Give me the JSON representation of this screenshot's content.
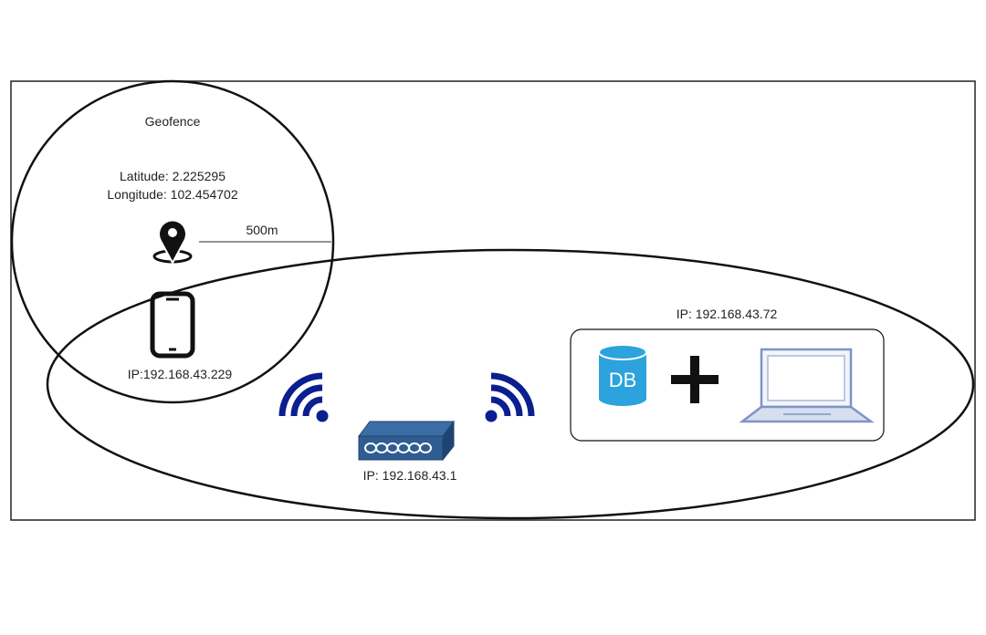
{
  "geofence": {
    "title": "Geofence",
    "latitude": "Latitude: 2.225295",
    "longitude": "Longitude: 102.454702",
    "radius": "500m"
  },
  "phone": {
    "ip": "IP:192.168.43.229",
    "icon": "smartphone-icon"
  },
  "router": {
    "ip": "IP: 192.168.43.1",
    "icon": "network-switch-icon"
  },
  "server": {
    "ip": "IP: 192.168.43.72",
    "db_label": "DB",
    "db_icon": "database-icon",
    "plus_icon": "plus-icon",
    "laptop_icon": "laptop-icon"
  },
  "wifi": {
    "icon": "wifi-signal-icon"
  },
  "location": {
    "icon": "location-pin-icon"
  },
  "colors": {
    "wifi_blue": "#0b1f8f",
    "switch_blue": "#2f5d91",
    "db_blue": "#2ca3dc",
    "laptop_blue": "#7f93c6"
  }
}
